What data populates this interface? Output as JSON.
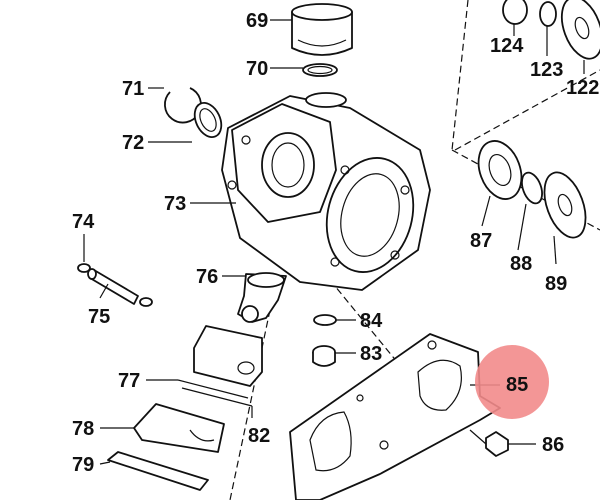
{
  "diagram": {
    "highlight_color": "#f28b8b",
    "labels": {
      "p69": "69",
      "p70": "70",
      "p71": "71",
      "p72": "72",
      "p73": "73",
      "p74": "74",
      "p75": "75",
      "p76": "76",
      "p77": "77",
      "p78": "78",
      "p79": "79",
      "p82": "82",
      "p83": "83",
      "p84": "84",
      "p85": "85",
      "p86": "86",
      "p87": "87",
      "p88": "88",
      "p89": "89",
      "p122": "122",
      "p123": "123",
      "p124": "124"
    }
  }
}
